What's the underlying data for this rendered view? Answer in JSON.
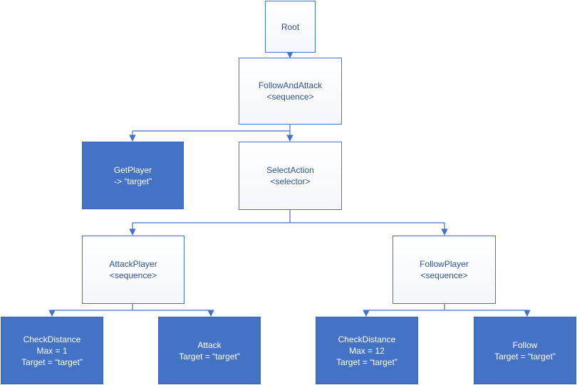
{
  "nodes": {
    "root": {
      "lines": [
        "Root"
      ]
    },
    "follow_attack": {
      "lines": [
        "FollowAndAttack",
        "<sequence>"
      ]
    },
    "get_player": {
      "lines": [
        "GetPlayer",
        "-> “target”"
      ]
    },
    "select_action": {
      "lines": [
        "SelectAction",
        "<selector>"
      ]
    },
    "attack_player": {
      "lines": [
        "AttackPlayer",
        "<sequence>"
      ]
    },
    "follow_player": {
      "lines": [
        "FollowPlayer",
        "<sequence>"
      ]
    },
    "check_distance_1": {
      "lines": [
        "CheckDistance",
        "Max = 1",
        "Target = “target”"
      ]
    },
    "attack": {
      "lines": [
        "Attack",
        "Target = “target”"
      ]
    },
    "check_distance_12": {
      "lines": [
        "CheckDistance",
        "Max = 12",
        "Target = “target”"
      ]
    },
    "follow": {
      "lines": [
        "Follow",
        "Target = “target”"
      ]
    }
  },
  "colors": {
    "accent": "#4472c4",
    "outline_text": "#2e5496",
    "filled_text": "#ffffff"
  }
}
